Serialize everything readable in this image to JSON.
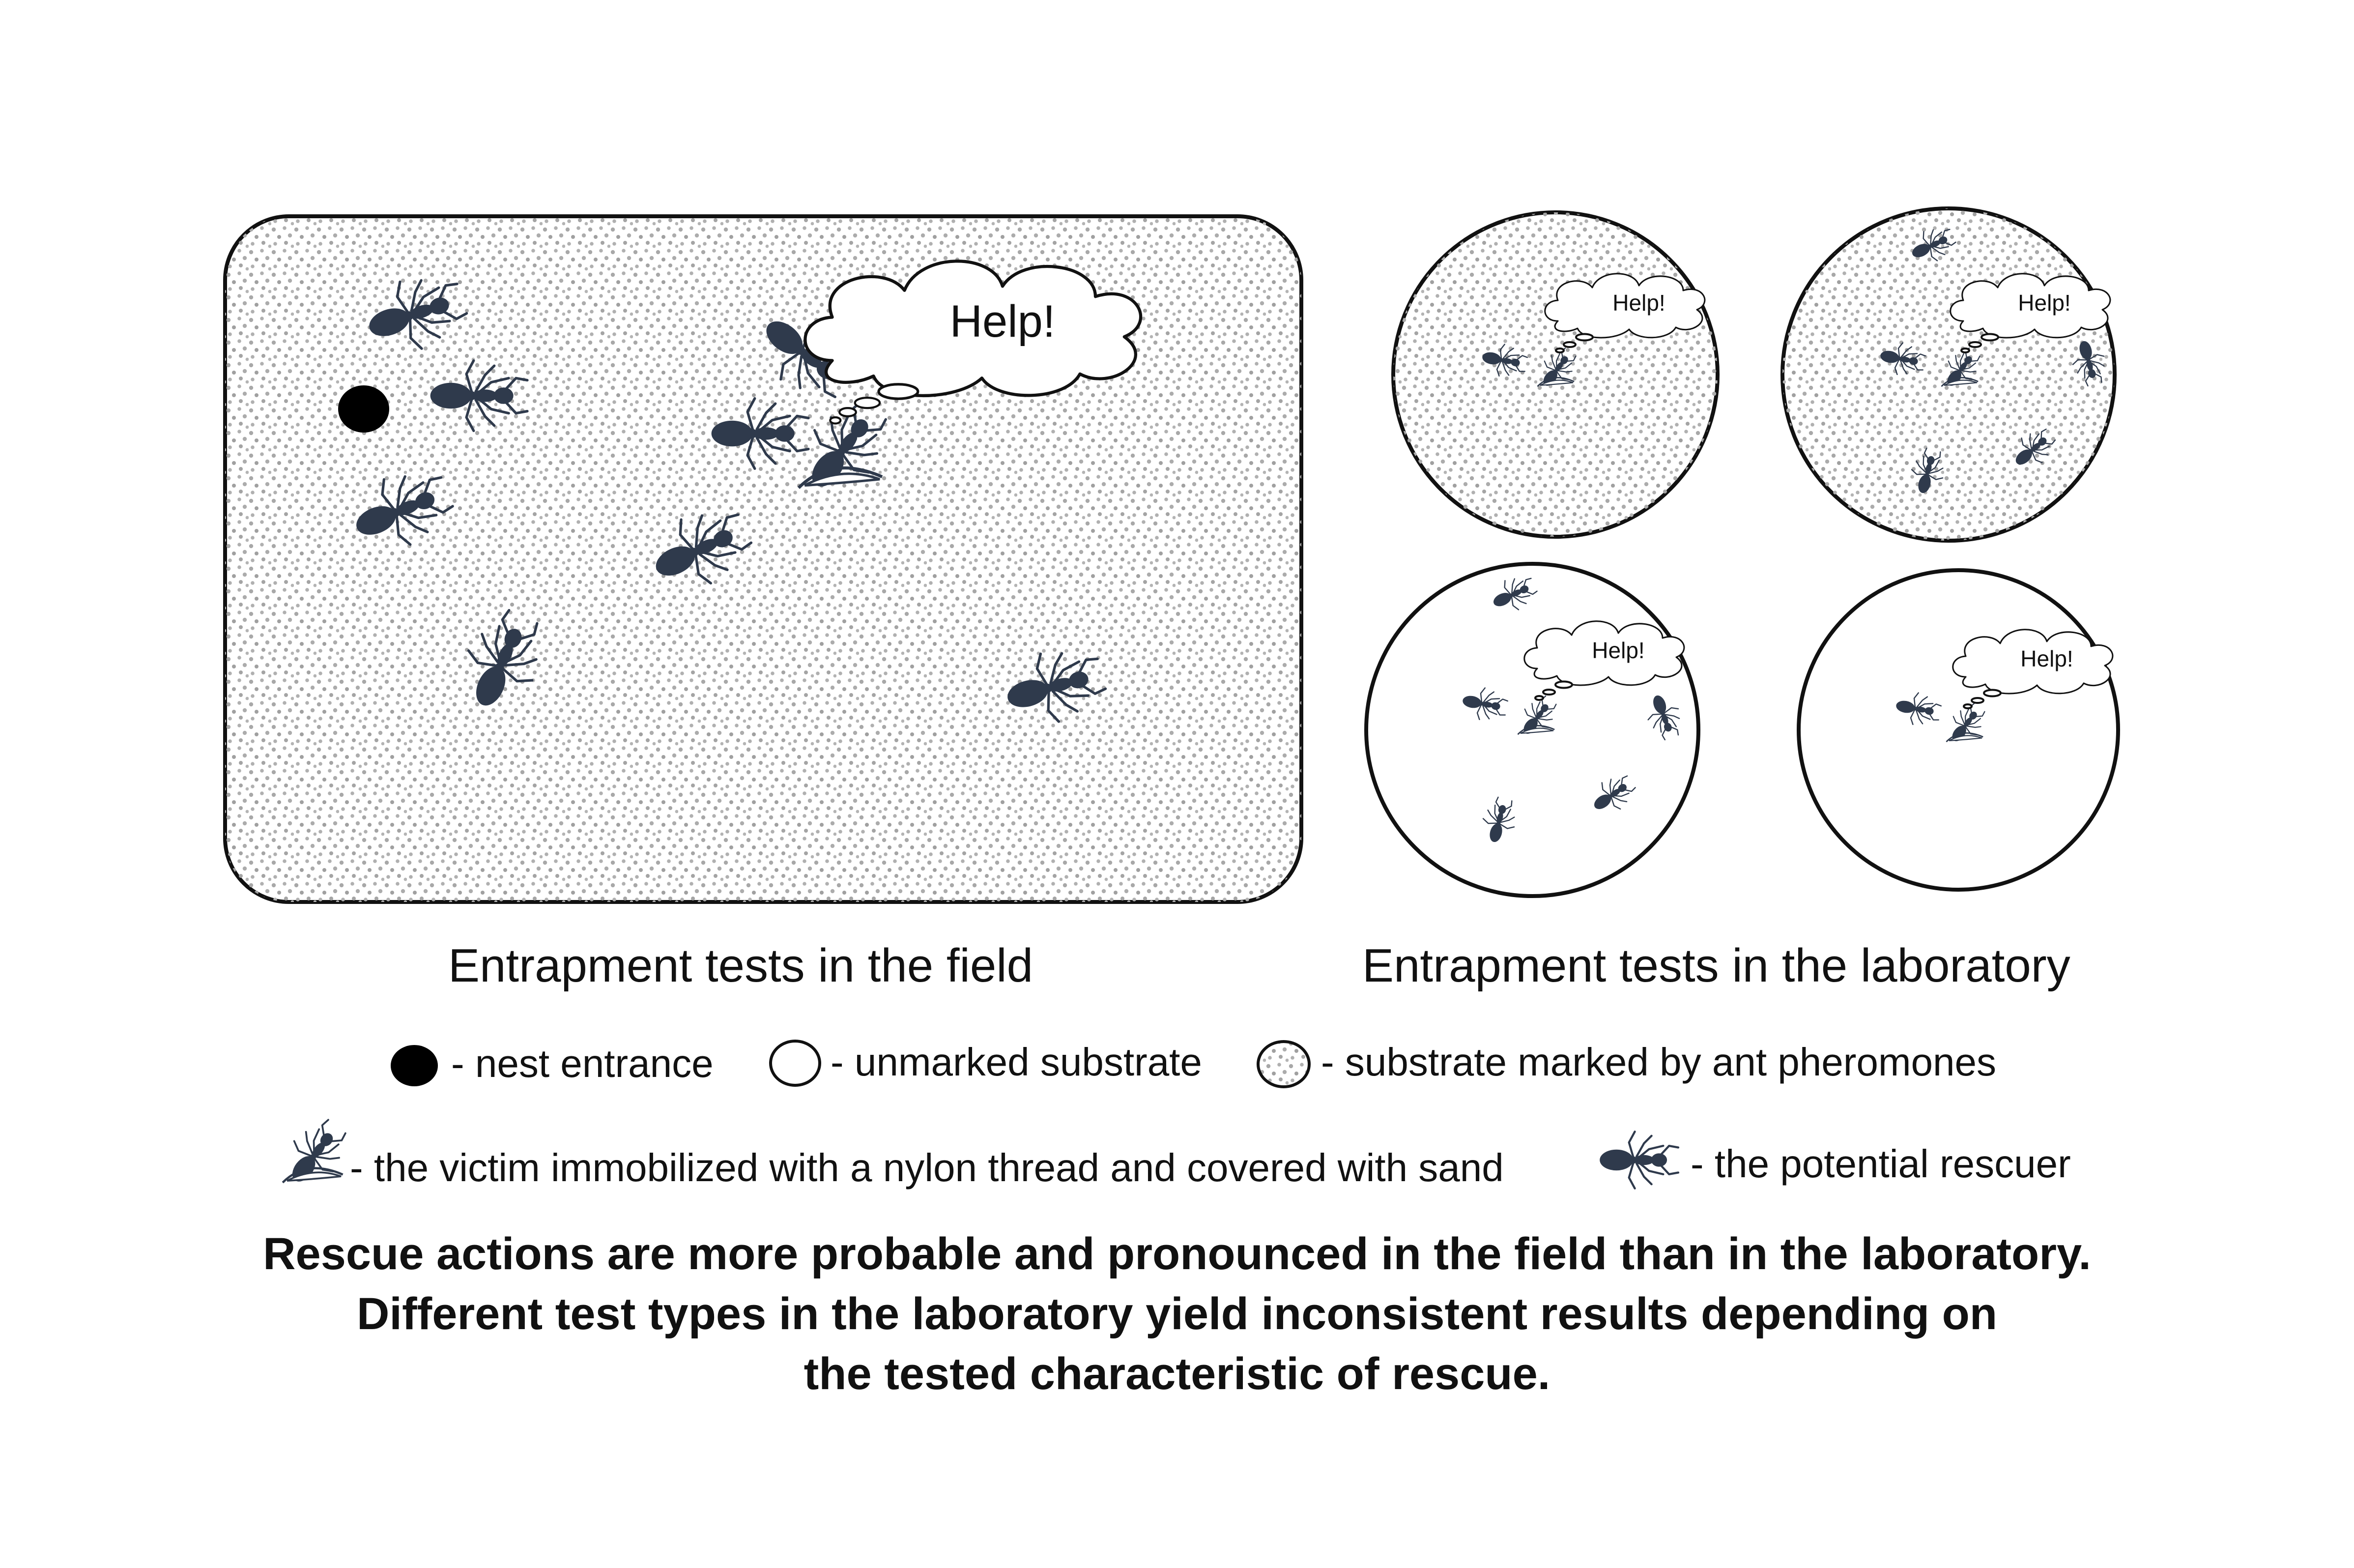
{
  "help_text": "Help!",
  "captions": {
    "field": "Entrapment tests in the field",
    "laboratory": "Entrapment tests in the laboratory"
  },
  "legend": {
    "nest_entrance": "- nest entrance",
    "unmarked_substrate": "- unmarked substrate",
    "marked_substrate": "- substrate marked by ant pheromones",
    "victim": "- the victim immobilized with a nylon thread and covered with sand",
    "rescuer": "- the potential rescuer"
  },
  "conclusion": {
    "line1": "Rescue actions are more probable and pronounced in the field than in the laboratory.",
    "line2": "Different test types in the laboratory yield inconsistent results depending on",
    "line3": "the tested characteristic of rescue."
  },
  "colors": {
    "ant": "#2f3a4c",
    "outline": "#111111",
    "stipple": "#a8a8a8",
    "nest": "#000000"
  }
}
